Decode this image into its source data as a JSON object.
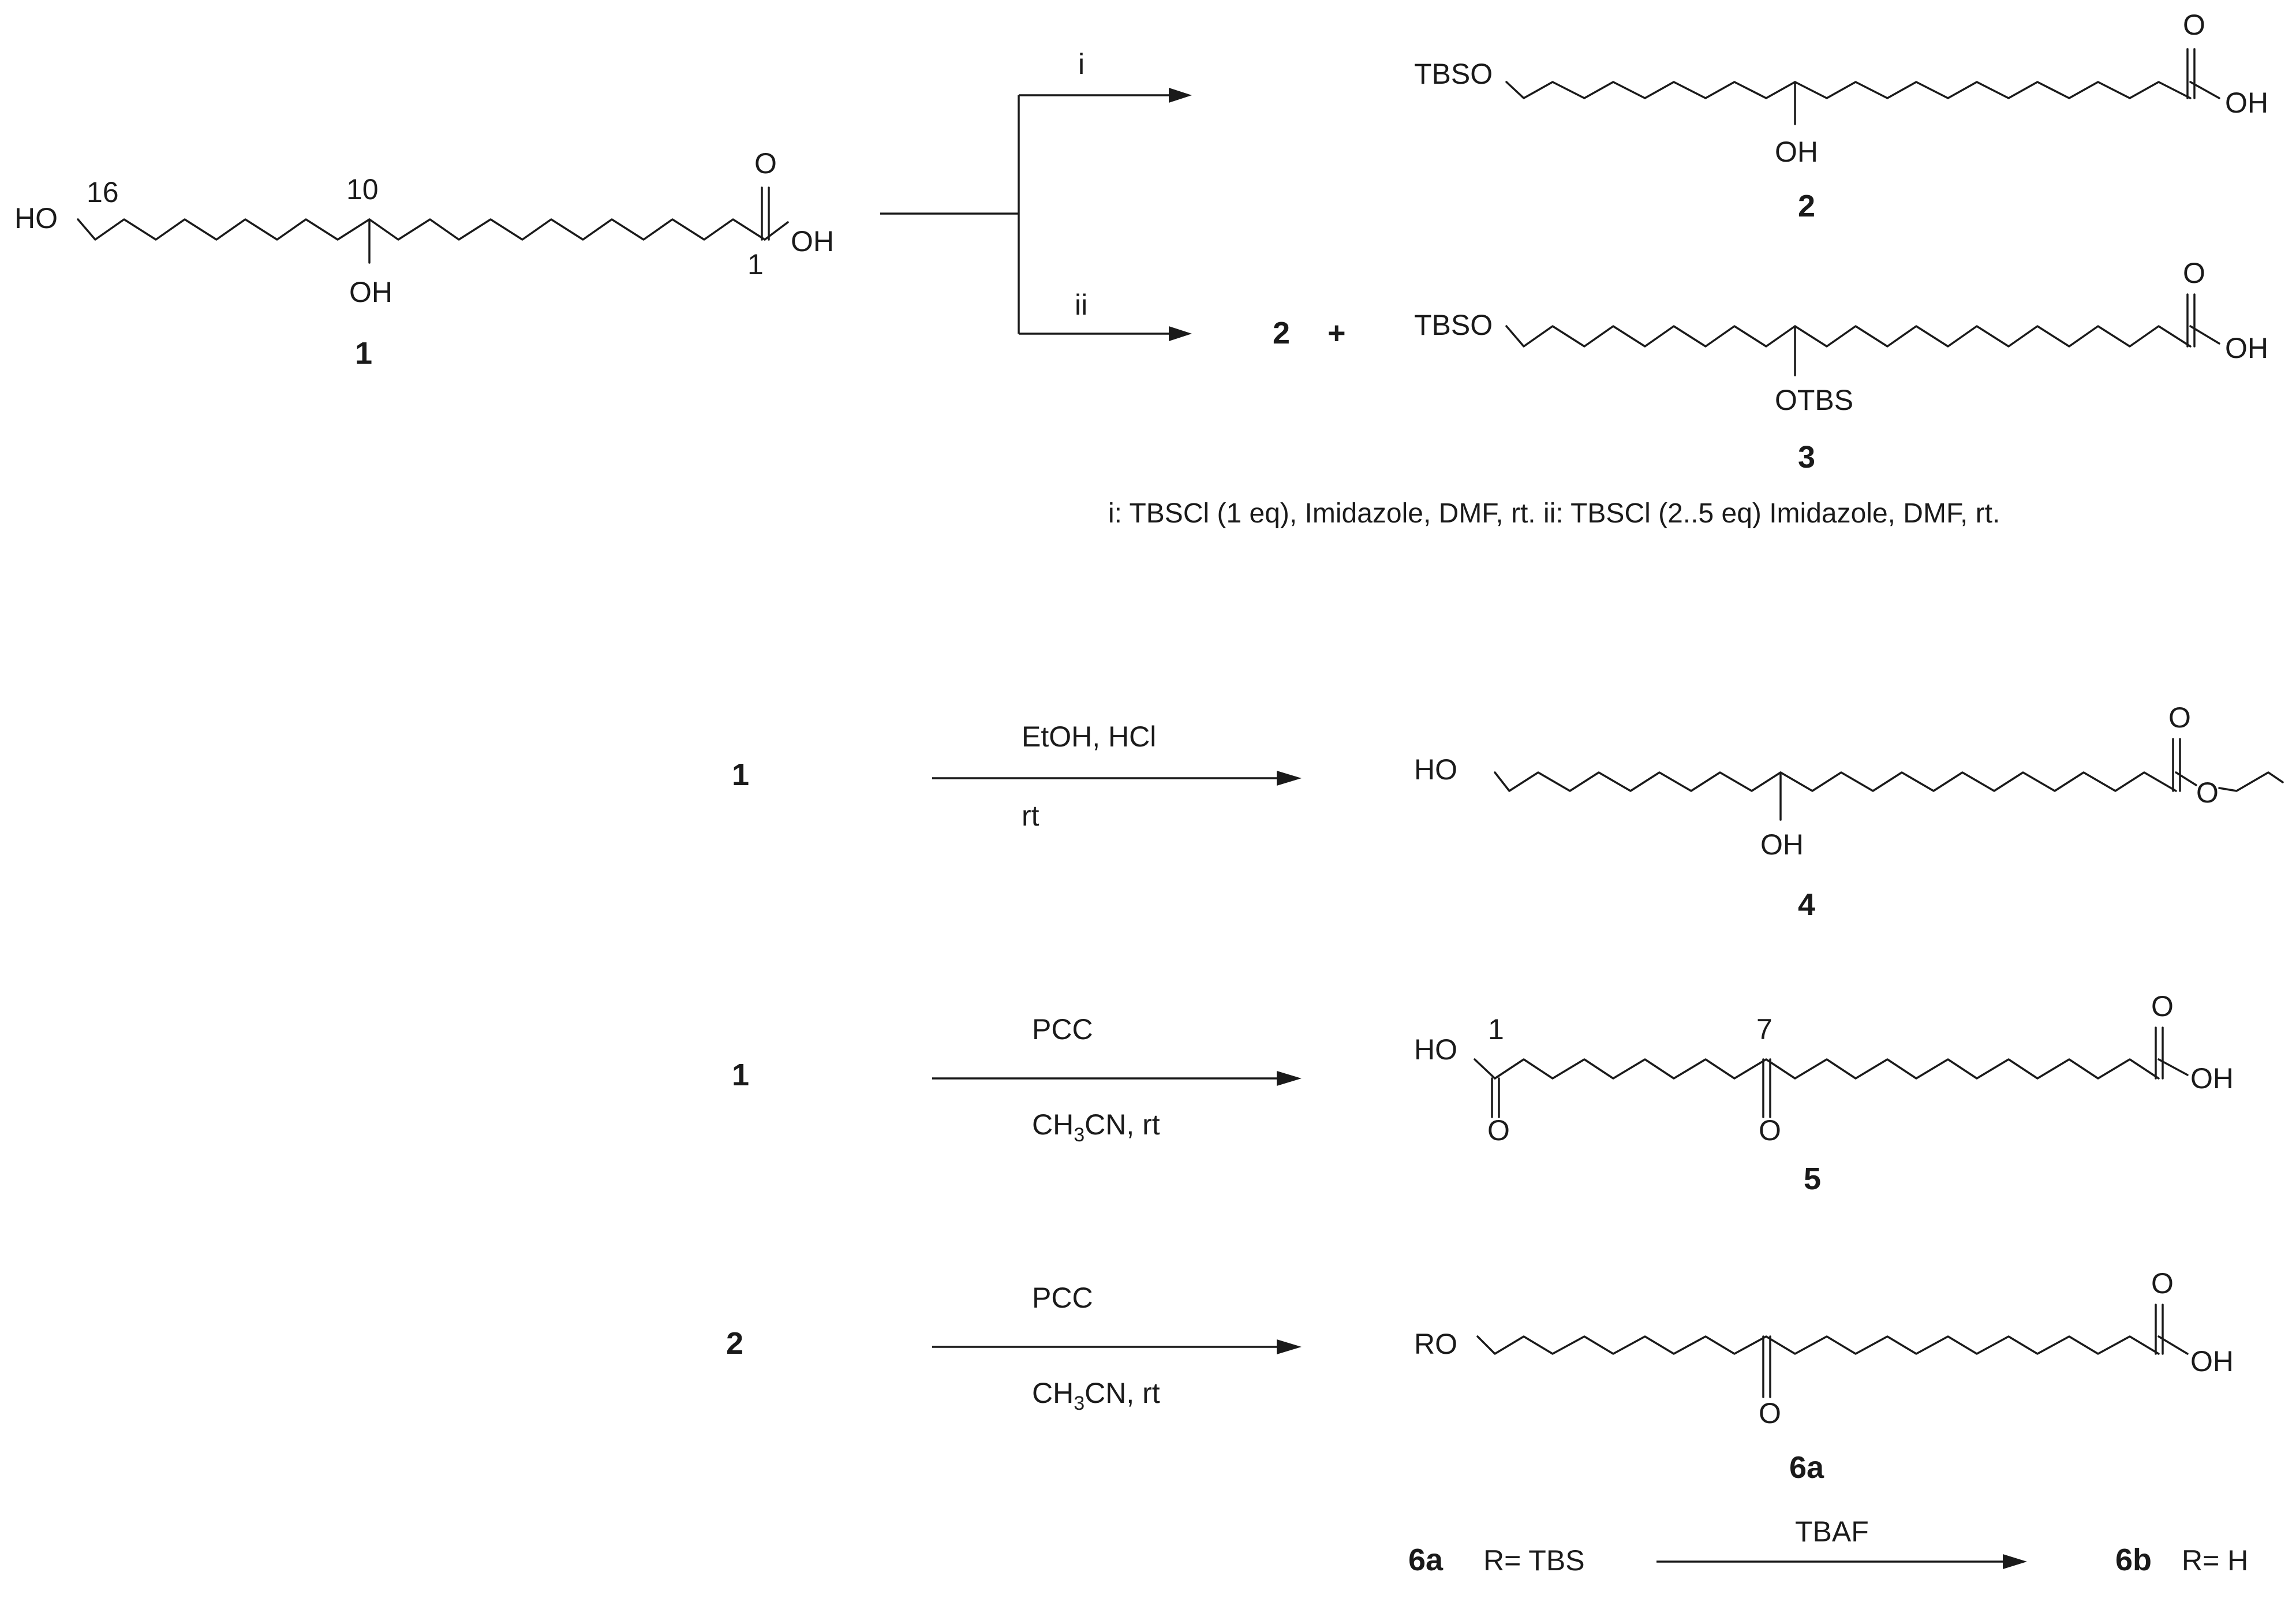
{
  "labels": {
    "c1_ho": "HO",
    "c1_oh_side": "OH",
    "c1_o": "O",
    "c1_oh_end": "OH",
    "c1_n16": "16",
    "c1_n10": "10",
    "c1_n1": "1",
    "c1_id": "1",
    "c2_tbso": "TBSO",
    "c2_oh_side": "OH",
    "c2_o": "O",
    "c2_oh_end": "OH",
    "c2_id": "2",
    "c3_lead_id": "2",
    "c3_plus": "+",
    "c3_tbso": "TBSO",
    "c3_otbs": "OTBS",
    "c3_o": "O",
    "c3_oh_end": "OH",
    "c3_id": "3",
    "arrow_i": "i",
    "arrow_ii": "ii",
    "footnote": "i: TBSCl (1 eq), Imidazole, DMF, rt. ii: TBSCl (2..5 eq) Imidazole, DMF, rt.",
    "r2_start": "1",
    "r2_above": "EtOH, HCl",
    "r2_below": "rt",
    "c4_ho": "HO",
    "c4_oh_side": "OH",
    "c4_o_top": "O",
    "c4_o_ester": "O",
    "c4_id": "4",
    "r3_start": "1",
    "r3_above": "PCC",
    "r3_below_a": "CH",
    "r3_below_sub": "3",
    "r3_below_b": "CN, rt",
    "c5_ho": "HO",
    "c5_n1": "1",
    "c5_n7": "7",
    "c5_o_left": "O",
    "c5_o_keto": "O",
    "c5_o_right": "O",
    "c5_oh_end": "OH",
    "c5_id": "5",
    "r4_start": "2",
    "r4_above": "PCC",
    "r4_below_a": "CH",
    "r4_below_sub": "3",
    "r4_below_b": "CN, rt",
    "c6_ro": "RO",
    "c6_o_keto": "O",
    "c6_o_top": "O",
    "c6_oh_end": "OH",
    "c6_id": "6a",
    "r5_id_a": "6a",
    "r5_r_a": "R= TBS",
    "r5_above": "TBAF",
    "r5_id_b": "6b",
    "r5_r_b": "R= H"
  }
}
